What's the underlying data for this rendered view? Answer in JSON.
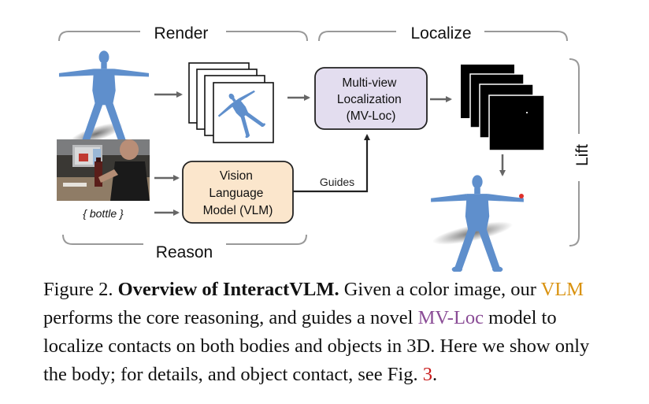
{
  "sections": {
    "render": "Render",
    "localize": "Localize",
    "reason": "Reason",
    "lift": "Lift"
  },
  "boxes": {
    "mvloc": [
      "Multi-view",
      "Localization",
      "(MV-Loc)"
    ],
    "vlm": [
      "Vision",
      "Language",
      "Model (VLM)"
    ]
  },
  "edges": {
    "guides": "Guides"
  },
  "input": {
    "text_prompt": "{ bottle }"
  },
  "caption": {
    "label": "Figure 2.",
    "title": "Overview of InteractVLM.",
    "p1": " Given a color image, our ",
    "vlm": "VLM",
    "p2": " performs the core reasoning, and guides a novel ",
    "mvloc": "MV-Loc",
    "p3": " model to localize contacts on both bodies and objects in 3D. Here we show only the body; for details, and object contact, see Fig. ",
    "ref": "3",
    "p4": "."
  },
  "colors": {
    "body_mesh": "#5f8fcc",
    "mvloc_box": "#e3ddef",
    "vlm_box": "#fbe6cc",
    "contact": "#e0302a",
    "mvloc_text": "#8a4c96",
    "vlm_text": "#d9920f",
    "ref_text": "#c81a1a"
  }
}
